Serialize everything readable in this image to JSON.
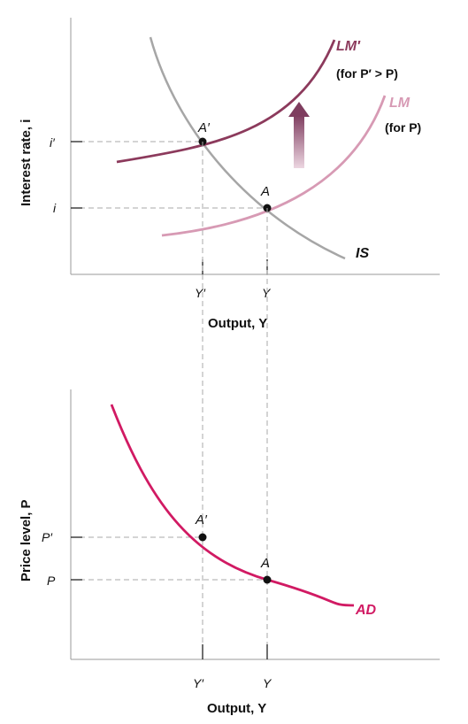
{
  "colors": {
    "axis": "#9a9a9a",
    "dash": "#aaaaaa",
    "is_curve": "#a6a6a6",
    "lm_prime": "#8c3a5c",
    "lm": "#d79ab4",
    "ad": "#d11a63",
    "arrow_top": "#7f3d5f",
    "arrow_bottom": "#e9d2de"
  },
  "top_panel": {
    "y_axis_label": "Interest rate, i",
    "x_axis_label": "Output, Y",
    "y_ticks": {
      "i_prime": "i′",
      "i": "i"
    },
    "x_ticks": {
      "y_prime": "Y′",
      "y": "Y"
    },
    "points": {
      "a_prime": "A′",
      "a": "A"
    },
    "curves": {
      "lm_prime": {
        "label": "LM′",
        "note": "(for P′ > P)"
      },
      "lm": {
        "label": "LM",
        "note": "(for P)"
      },
      "is": {
        "label": "IS"
      }
    },
    "shift_arrow": "up-arrow"
  },
  "bottom_panel": {
    "y_axis_label": "Price level, P",
    "x_axis_label": "Output, Y",
    "y_ticks": {
      "p_prime": "P′",
      "p": "P"
    },
    "x_ticks": {
      "y_prime": "Y′",
      "y": "Y"
    },
    "points": {
      "a_prime": "A′",
      "a": "A"
    },
    "curves": {
      "ad": {
        "label": "AD"
      }
    }
  }
}
